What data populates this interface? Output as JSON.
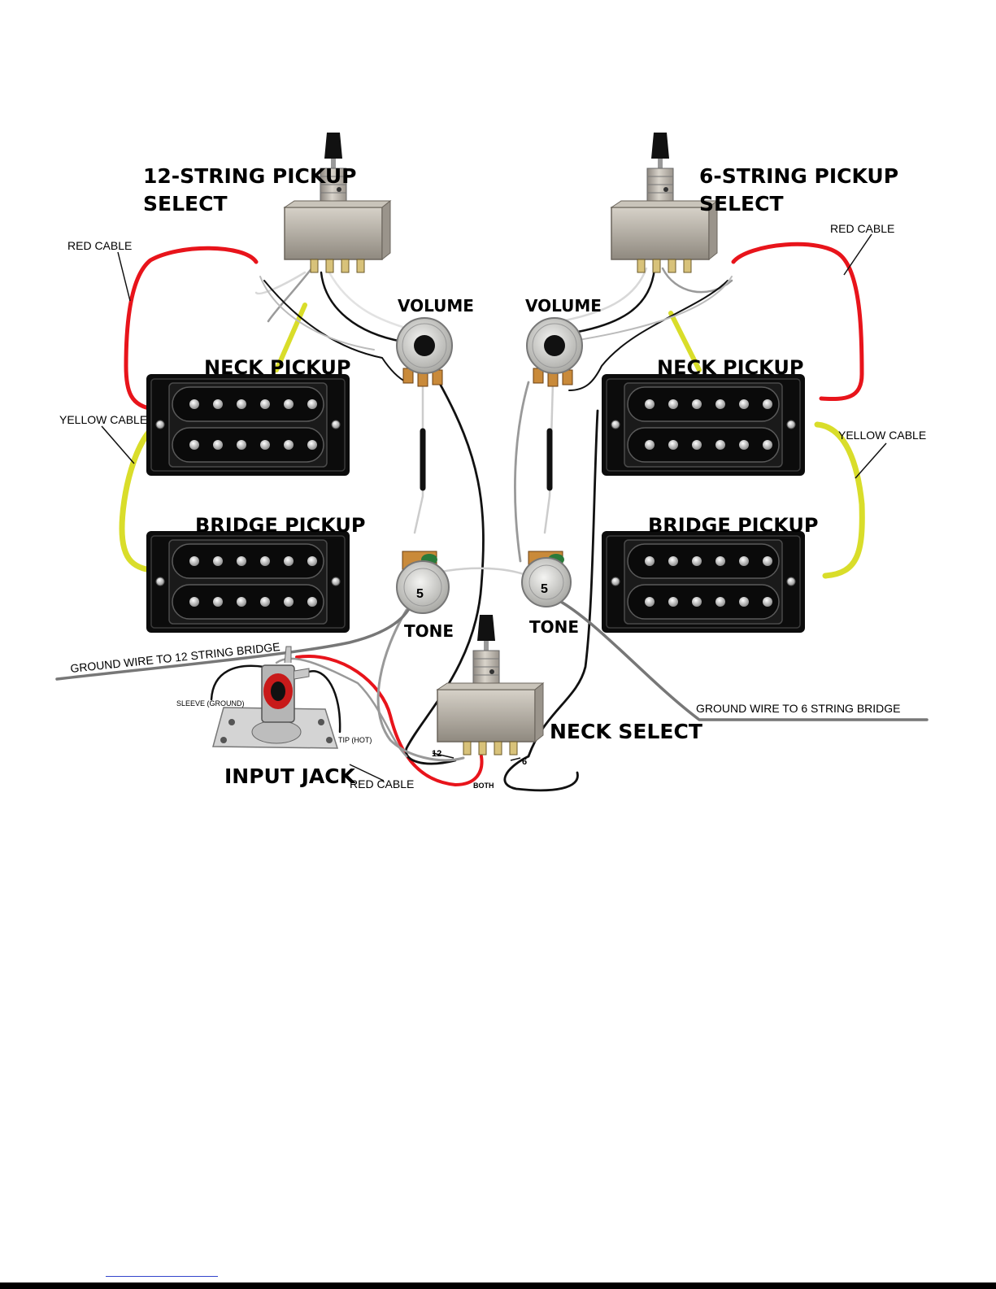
{
  "labels": {
    "select12_line1": "12-STRING PICKUP",
    "select12_line2": "SELECT",
    "select6_line1": "6-STRING PICKUP",
    "select6_line2": "SELECT",
    "volume_left": "VOLUME",
    "volume_right": "VOLUME",
    "neck_left": "NECK PICKUP",
    "neck_right": "NECK PICKUP",
    "bridge_left": "BRIDGE PICKUP",
    "bridge_right": "BRIDGE PICKUP",
    "tone_left": "TONE",
    "tone_right": "TONE",
    "neck_select": "NECK SELECT",
    "input_jack": "INPUT JACK",
    "red_cable_left": "RED CABLE",
    "red_cable_right": "RED CABLE",
    "red_cable_bottom": "RED CABLE",
    "yellow_cable_left": "YELLOW CABLE",
    "yellow_cable_right": "YELLOW CABLE",
    "ground_12": "GROUND WIRE TO 12 STRING BRIDGE",
    "ground_6": "GROUND WIRE TO 6 STRING BRIDGE",
    "sleeve": "SLEEVE (GROUND)",
    "tip": "TIP (HOT)",
    "lug_12": "12",
    "lug_both": "BOTH",
    "lug_6": "6"
  },
  "colors": {
    "red_cable": "#e8141b",
    "yellow_cable": "#d9dd2a",
    "black_wire": "#111111",
    "gray_wire": "#8a8a8a",
    "switch_body": "#b9b4aa",
    "pickup_frame": "#0c0c0c"
  }
}
